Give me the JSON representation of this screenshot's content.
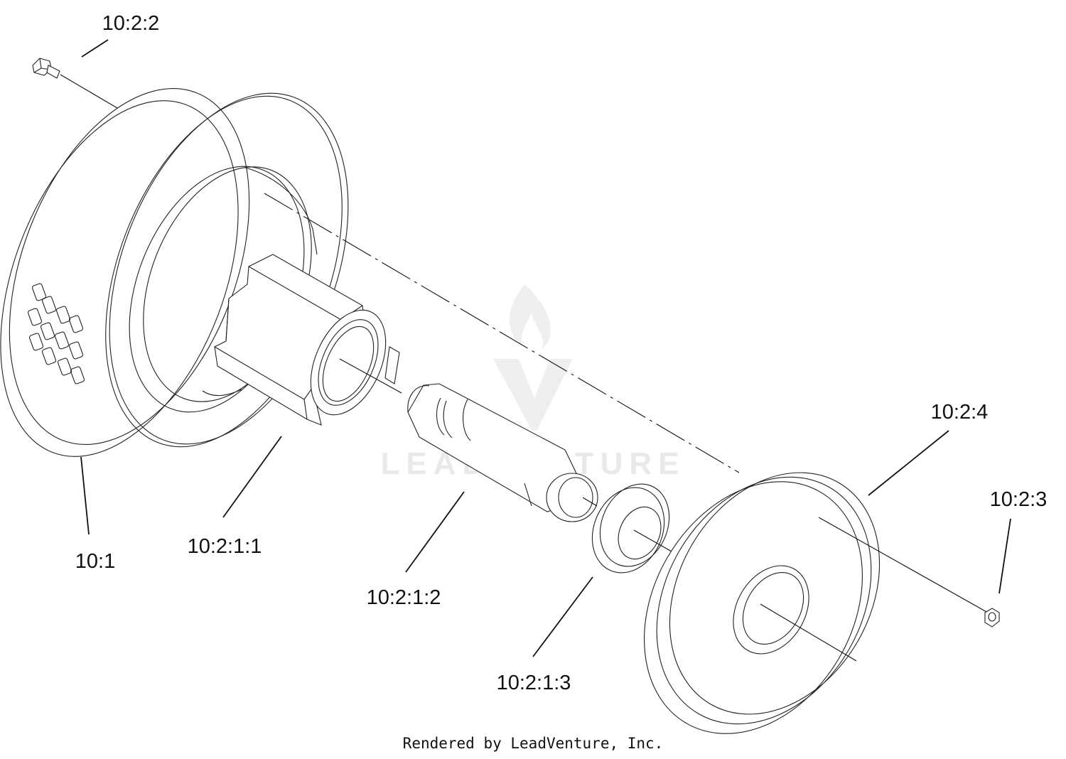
{
  "diagram": {
    "callouts": [
      {
        "id": "bolt",
        "label": "10:2:2"
      },
      {
        "id": "wheel-assembly",
        "label": "10:1"
      },
      {
        "id": "rim-half",
        "label": "10:2:1:1"
      },
      {
        "id": "spacer-tube",
        "label": "10:2:1:2"
      },
      {
        "id": "bearing",
        "label": "10:2:1:3"
      },
      {
        "id": "rim-cover",
        "label": "10:2:4"
      },
      {
        "id": "nut",
        "label": "10:2:3"
      }
    ],
    "credit": "Rendered by LeadVenture, Inc.",
    "watermark": "LEADVENTURE",
    "colors": {
      "line": "#222222",
      "text": "#111111",
      "watermark": "#e9e9e9",
      "background": "#ffffff"
    }
  }
}
